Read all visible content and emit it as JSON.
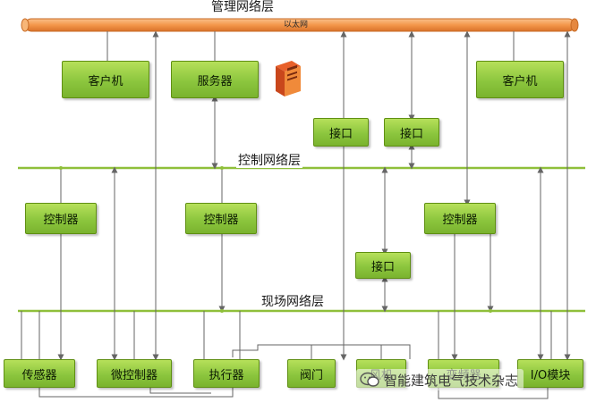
{
  "layers": {
    "management": "管理网络层",
    "control": "控制网络层",
    "field": "现场网络层"
  },
  "ethernet_label": "以太网",
  "nodes": {
    "client_left": "客户机",
    "server": "服务器",
    "client_right": "客户机",
    "interface_1": "接口",
    "interface_2": "接口",
    "interface_3": "接口",
    "controller_1": "控制器",
    "controller_2": "控制器",
    "controller_3": "控制器",
    "sensor": "传感器",
    "microcontroller": "微控制器",
    "actuator": "执行器",
    "valve": "阀门",
    "fan": "风机",
    "inverter": "变频器",
    "io_module": "I/O模块"
  },
  "watermark": "智能建筑电气技术杂志",
  "colors": {
    "bus": "#f4974a",
    "bus_line": "#8fbf3a",
    "node": "#8cc63e",
    "wire": "#6d6d6d"
  }
}
